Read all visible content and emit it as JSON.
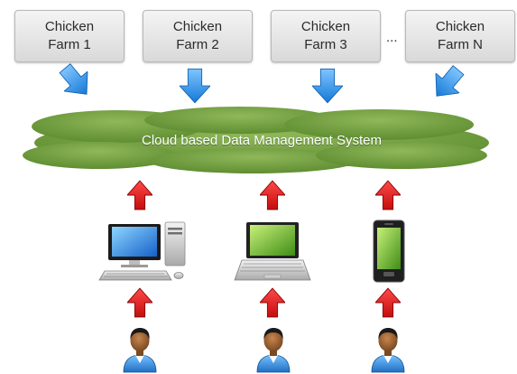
{
  "farms": [
    {
      "line1": "Chicken",
      "line2": "Farm 1"
    },
    {
      "line1": "Chicken",
      "line2": "Farm 2"
    },
    {
      "line1": "Chicken",
      "line2": "Farm 3"
    },
    {
      "line1": "Chicken",
      "line2": "Farm N"
    }
  ],
  "ellipsis": "...",
  "cloud": {
    "label": "Cloud based Data Management System"
  },
  "devices": [
    "desktop-computer",
    "laptop",
    "smartphone"
  ],
  "colors": {
    "down_arrow": "#1a8fe8",
    "up_arrow": "#e01515",
    "cloud": "#6e9a3c",
    "user_shirt": "#3a8ed8"
  }
}
